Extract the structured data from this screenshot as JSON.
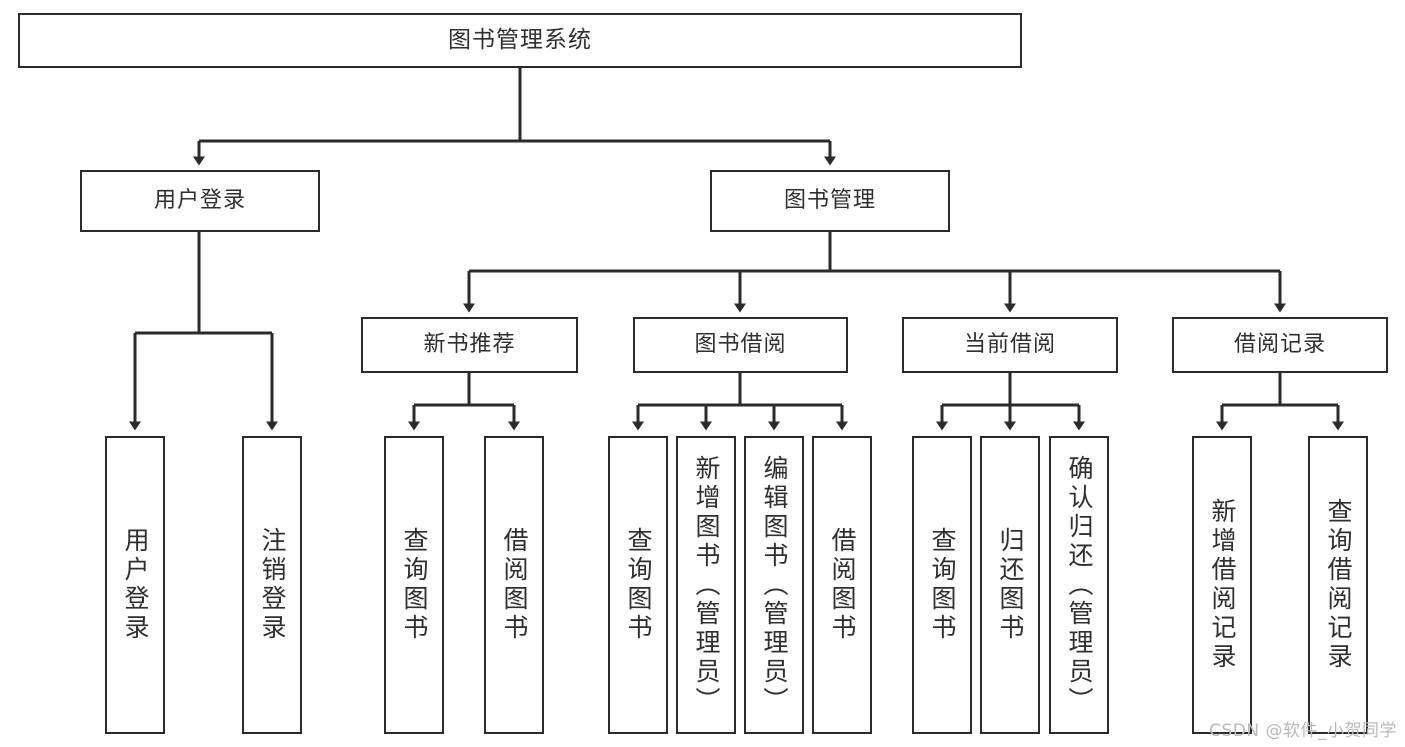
{
  "diagram": {
    "title": "图书管理系统",
    "watermark": "CSDN @软件_小贺同学",
    "line_color": "#2b2b2b",
    "box_fill": "#ffffff",
    "text_color": "#2f2f2f",
    "tiers": {
      "root": {
        "label": "图书管理系统"
      },
      "level1": [
        {
          "label": "用户登录"
        },
        {
          "label": "图书管理"
        }
      ],
      "level2": [
        {
          "label": "新书推荐"
        },
        {
          "label": "图书借阅"
        },
        {
          "label": "当前借阅"
        },
        {
          "label": "借阅记录"
        }
      ],
      "leaves": {
        "user_login": [
          {
            "label": "用户登录"
          },
          {
            "label": "注销登录"
          }
        ],
        "new_book_recommend": [
          {
            "label": "查询图书"
          },
          {
            "label": "借阅图书"
          }
        ],
        "book_borrow": [
          {
            "label": "查询图书"
          },
          {
            "label": "新增图书（管理员）"
          },
          {
            "label": "编辑图书（管理员）"
          },
          {
            "label": "借阅图书"
          }
        ],
        "current_borrow": [
          {
            "label": "查询图书"
          },
          {
            "label": "归还图书"
          },
          {
            "label": "确认归还（管理员）"
          }
        ],
        "borrow_record": [
          {
            "label": "新增借阅记录"
          },
          {
            "label": "查询借阅记录"
          }
        ]
      }
    }
  }
}
